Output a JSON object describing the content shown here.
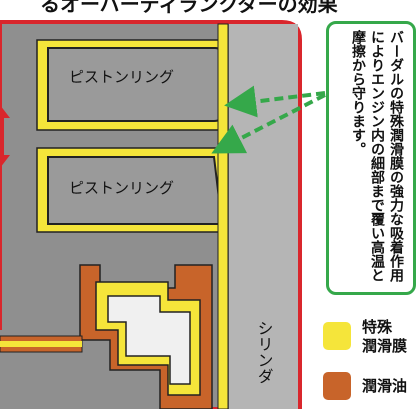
{
  "header": {
    "title_fragment": "るオーバーディランクダーの効果"
  },
  "diagram": {
    "piston_ring_upper": "ピストンリング",
    "piston_ring_lower": "ピストンリング",
    "cylinder": "シリンダ"
  },
  "callout": {
    "text": "バーダルの特殊潤滑膜の強力な吸着作用によりエンジン内の細部まで覆い高温と摩擦から守ります。"
  },
  "legend": [
    {
      "label": "特殊\n潤滑膜",
      "color": "#f5e53a"
    },
    {
      "label": "潤滑油",
      "color": "#c8642a"
    }
  ],
  "colors": {
    "frame_red": "#d9262c",
    "metal_gray": "#8f8f8f",
    "cylinder_gray": "#b5b5b5",
    "film_yellow": "#f5e53a",
    "oil_orange": "#c8642a",
    "arrow_green": "#35a84a"
  }
}
